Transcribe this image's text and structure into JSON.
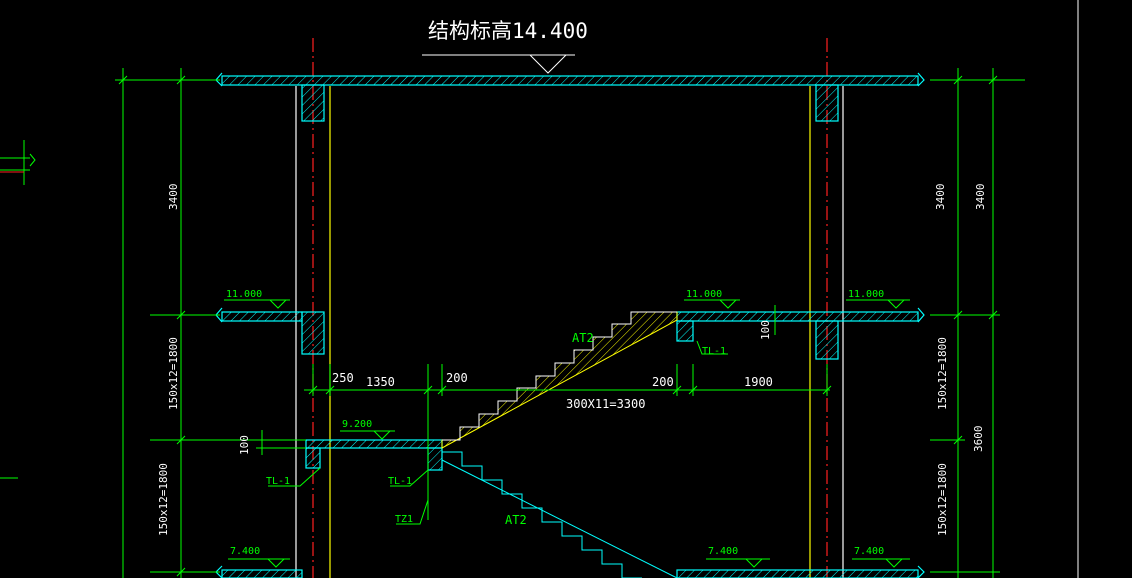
{
  "title": "结构标高14.400",
  "colors": {
    "background": "#000000",
    "dimension": "#00ff00",
    "structure": "#00ffff",
    "axis": "#ff2020",
    "hatch": "#ffff00",
    "text": "#ffffff"
  },
  "elevations": {
    "top_left": "11.000",
    "top_mid": "11.000",
    "top_right": "11.000",
    "landing": "9.200",
    "bottom_left": "7.400",
    "bottom_mid": "7.400",
    "bottom_right": "7.400"
  },
  "dims": {
    "left_upper": "3400",
    "left_mid": "150x12=1800",
    "left_lower": "150x12=1800",
    "right_upper_inner": "3400",
    "right_upper_outer": "3400",
    "right_mid_inner": "150x12=1800",
    "right_lower_inner": "150x12=1800",
    "right_mid_outer": "3600",
    "d250": "250",
    "d1350": "1350",
    "d200_left": "200",
    "d200_right": "200",
    "d1900": "1900",
    "run": "300X11=3300",
    "slab_upper": "100",
    "slab_landing": "100"
  },
  "labels": {
    "at2_upper": "AT2",
    "at2_lower": "AT2",
    "tl1_right": "TL-1",
    "tl1_left": "TL-1",
    "tl1_mid": "TL-1",
    "tz1": "TZ1"
  }
}
